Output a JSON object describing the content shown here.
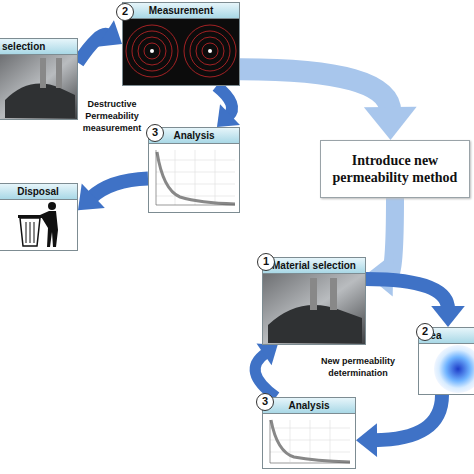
{
  "diagram": {
    "nodes": [
      {
        "text": [
          "selection"
        ]
      },
      {
        "text": [
          "Measurement"
        ]
      },
      {
        "text": [
          "Analysis"
        ]
      },
      {
        "text": [
          "Disposal"
        ]
      },
      {
        "text": [
          "Introduce new permeability method"
        ]
      },
      {
        "text": [
          "Material selection"
        ]
      },
      {
        "text": [
          "Mea"
        ]
      },
      {
        "text": [
          "Analysis"
        ]
      }
    ],
    "edges": [
      {
        "from": 0,
        "to": 1,
        "arrow": "to"
      },
      {
        "from": 1,
        "to": 2,
        "arrow": "to"
      },
      {
        "from": 2,
        "to": 3,
        "arrow": "to"
      },
      {
        "from": 1,
        "to": 4,
        "arrow": "to"
      },
      {
        "from": 4,
        "to": 5,
        "arrow": "to"
      },
      {
        "from": 5,
        "to": 6,
        "arrow": "to"
      },
      {
        "from": 6,
        "to": 7,
        "arrow": "to"
      },
      {
        "from": 7,
        "to": 5,
        "arrow": "to"
      }
    ],
    "labels": [
      "2",
      "3",
      "Destructive Permeability measurement",
      "1",
      "2",
      "3",
      "New permeability determination"
    ]
  }
}
